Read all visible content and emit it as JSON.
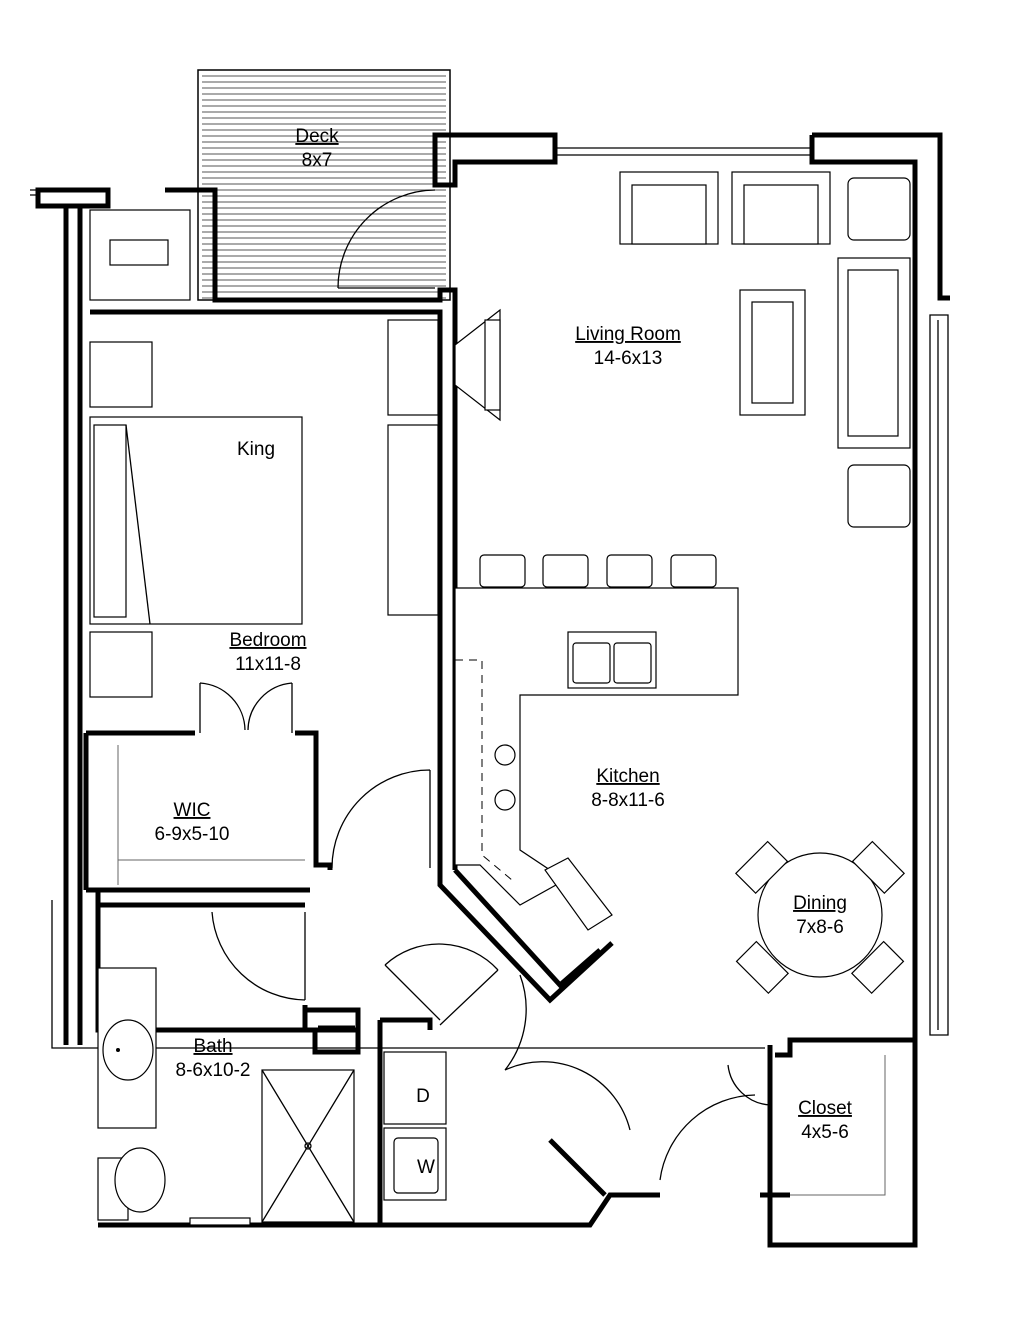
{
  "rooms": {
    "deck": {
      "name": "Deck",
      "size": "8x7"
    },
    "living_room": {
      "name": "Living Room",
      "size": "14-6x13"
    },
    "bed": {
      "name": "King"
    },
    "bedroom": {
      "name": "Bedroom",
      "size": "11x11-8"
    },
    "wic": {
      "name": "WIC",
      "size": "6-9x5-10"
    },
    "kitchen": {
      "name": "Kitchen",
      "size": "8-8x11-6"
    },
    "dining": {
      "name": "Dining",
      "size": "7x8-6"
    },
    "bath": {
      "name": "Bath",
      "size": "8-6x10-2"
    },
    "closet": {
      "name": "Closet",
      "size": "4x5-6"
    }
  },
  "appliances": {
    "dryer": "D",
    "washer": "W"
  }
}
